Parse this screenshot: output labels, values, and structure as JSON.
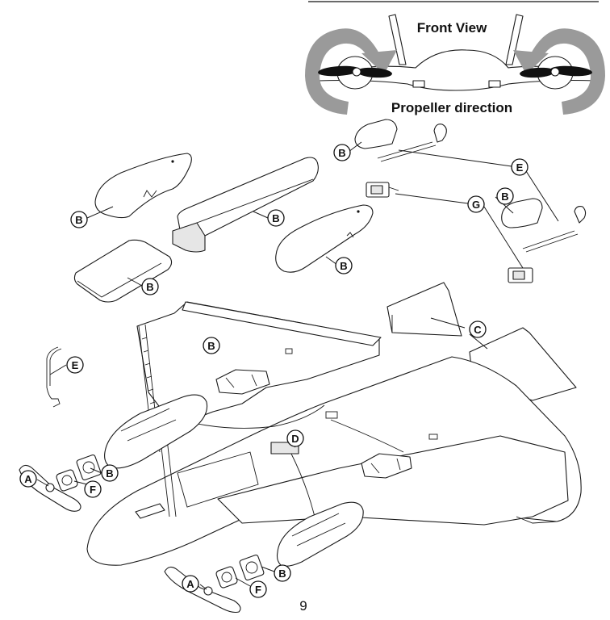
{
  "front_view": {
    "title": "Front View",
    "caption": "Propeller direction"
  },
  "callouts": {
    "A": "A",
    "B": "B",
    "C": "C",
    "D": "D",
    "E": "E",
    "F": "F",
    "G": "G"
  },
  "page_number": "9",
  "colors": {
    "arrow_gray": "#9a9a9a",
    "propeller": "#111111",
    "outline": "#1a1a1a"
  }
}
